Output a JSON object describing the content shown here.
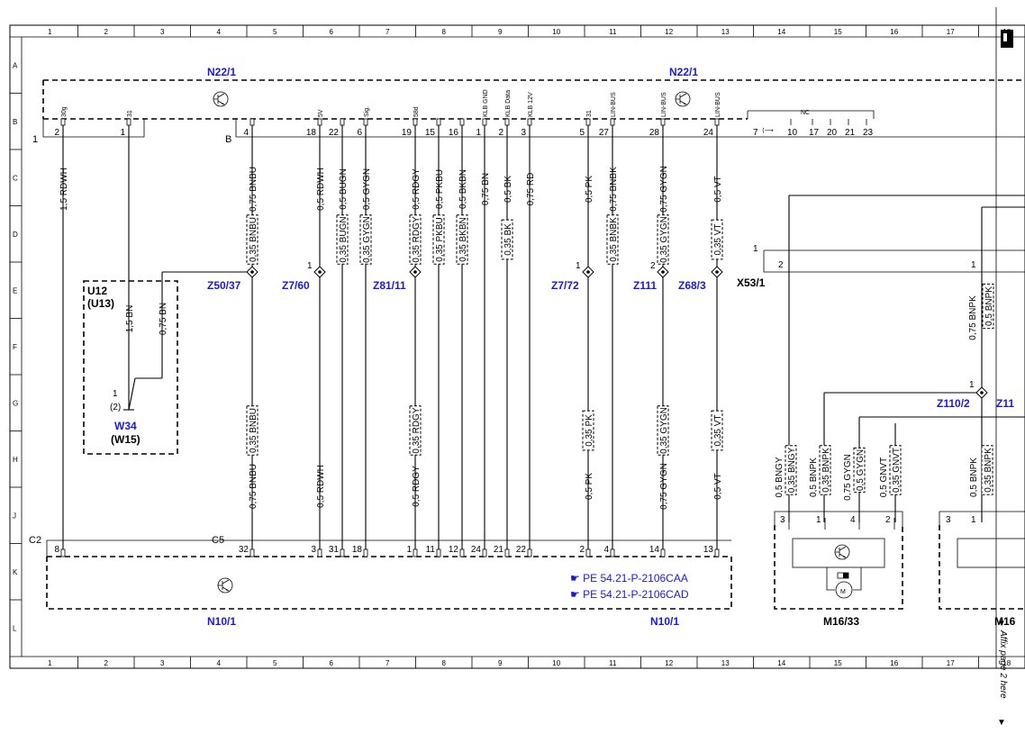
{
  "grid": {
    "columns": [
      "1",
      "2",
      "3",
      "4",
      "5",
      "6",
      "7",
      "8",
      "9",
      "10",
      "11",
      "12",
      "13",
      "14",
      "15",
      "16",
      "17",
      "18"
    ],
    "rows": [
      "A",
      "B",
      "C",
      "D",
      "E",
      "F",
      "G",
      "H",
      "J",
      "K",
      "L"
    ]
  },
  "components": {
    "n22_left": "N22/1",
    "n22_right": "N22/1",
    "n10_left": "N10/1",
    "n10_right": "N10/1",
    "u12": "U12",
    "u13": "(U13)",
    "w34": "W34",
    "w15": "(W15)",
    "z50": "Z50/37",
    "z760": "Z7/60",
    "z81": "Z81/11",
    "z772": "Z7/72",
    "z111": "Z111",
    "z68": "Z68/3",
    "x53": "X53/1",
    "z110": "Z110/2",
    "z11_cut": "Z11",
    "m16": "M16/33",
    "m16_cut": "M16"
  },
  "connectors": {
    "n22_c1": "1",
    "n22_cb": "B",
    "n10_c2": "C2",
    "n10_c5": "C5",
    "x53_pin": "1"
  },
  "n22_pins": [
    {
      "pin": "2",
      "label": "30g"
    },
    {
      "pin": "1",
      "label": "31"
    },
    {
      "pin": "4",
      "label": ""
    },
    {
      "pin": "18",
      "label": "5V"
    },
    {
      "pin": "22",
      "label": ""
    },
    {
      "pin": "6",
      "label": "Sig."
    },
    {
      "pin": "19",
      "label": "58d"
    },
    {
      "pin": "15",
      "label": ""
    },
    {
      "pin": "16",
      "label": ""
    },
    {
      "pin": "1",
      "label": "KLB GND"
    },
    {
      "pin": "2",
      "label": "KLB Data"
    },
    {
      "pin": "3",
      "label": "KLB 12V"
    },
    {
      "pin": "5",
      "label": "31"
    },
    {
      "pin": "27",
      "label": "LIN-BUS"
    },
    {
      "pin": "28",
      "label": "LIN-BUS"
    },
    {
      "pin": "24",
      "label": "LIN-BUS"
    }
  ],
  "nc_pins": [
    "7",
    "10",
    "17",
    "20",
    "21",
    "23"
  ],
  "nc_label": "NC",
  "nc_symbol": "⟨⟶",
  "n10_pins": [
    {
      "pin": "8"
    },
    {
      "pin": "32"
    },
    {
      "pin": "3"
    },
    {
      "pin": "31"
    },
    {
      "pin": "18"
    },
    {
      "pin": "1"
    },
    {
      "pin": "11"
    },
    {
      "pin": "12"
    },
    {
      "pin": "24"
    },
    {
      "pin": "21"
    },
    {
      "pin": "22"
    },
    {
      "pin": "2"
    },
    {
      "pin": "4"
    },
    {
      "pin": "14"
    },
    {
      "pin": "13"
    }
  ],
  "wires_upper": [
    "1,5 RDWH",
    "0,75 BNBU",
    "0,5 RDWH",
    "0,5 BUGN",
    "0,5 GYGN",
    "0,5 RDGY",
    "0,5 PKBU",
    "0,5 BKBN",
    "0,75 BN",
    "0,5 BK",
    "0,75 RD",
    "0,5 PK",
    "0,75 BNBK",
    "0,75 GYGN",
    "0,5 VT"
  ],
  "wires_shield_d": [
    "0,35 BNBU",
    "0,35 BUGN",
    "0,35 GYGN",
    "0,35 RDGY",
    "0,35 PKBU",
    "0,35 BKBN",
    "0,35 BK",
    "0,35 BNBK",
    "0,35 GYGN",
    "0,35 VT"
  ],
  "wires_shield_d_first": "0,5 BUGN",
  "wires_g": [
    "0,35 BNBU",
    "0,35 RDGY",
    "0,35 PK",
    "0,35 GYGN",
    "0,35 VT"
  ],
  "wires_lower": [
    "0,75 BNBU",
    "0,5 RDWH",
    "0,5 RDGY",
    "0,5 PK",
    "0,75 GYGN",
    "0,5 VT"
  ],
  "u12_wires": [
    "1,5 BN",
    "0,75 BN"
  ],
  "u12_pins": {
    "p1": "1",
    "p2": "(2)"
  },
  "splice_pins": {
    "z760": "1",
    "z772": "1",
    "z111": "2",
    "z110": "1"
  },
  "x53_pins": [
    "2",
    "1"
  ],
  "right_wires": {
    "x53_down": "0,75 BNPK",
    "x53_down_shield": "0,5 BNPK",
    "m16_wires": [
      "0,5 BNGY",
      "0,35 BNGY",
      "0,5 BNPK",
      "0,35 BNPK",
      "0,75 GYGN",
      "0,5 GYGN",
      "0,5 GNVT",
      "0,35 GNVT"
    ],
    "m16_pins": [
      "3",
      "1",
      "4",
      "2"
    ],
    "cut_wires": [
      "0,5 BNPK",
      "0,35 BNPK"
    ],
    "cut_pins": [
      "3",
      "1"
    ]
  },
  "references": [
    "PE 54.21-P-2106CAA",
    "PE 54.21-P-2106CAD"
  ],
  "side_note": "Affix page 2 here"
}
